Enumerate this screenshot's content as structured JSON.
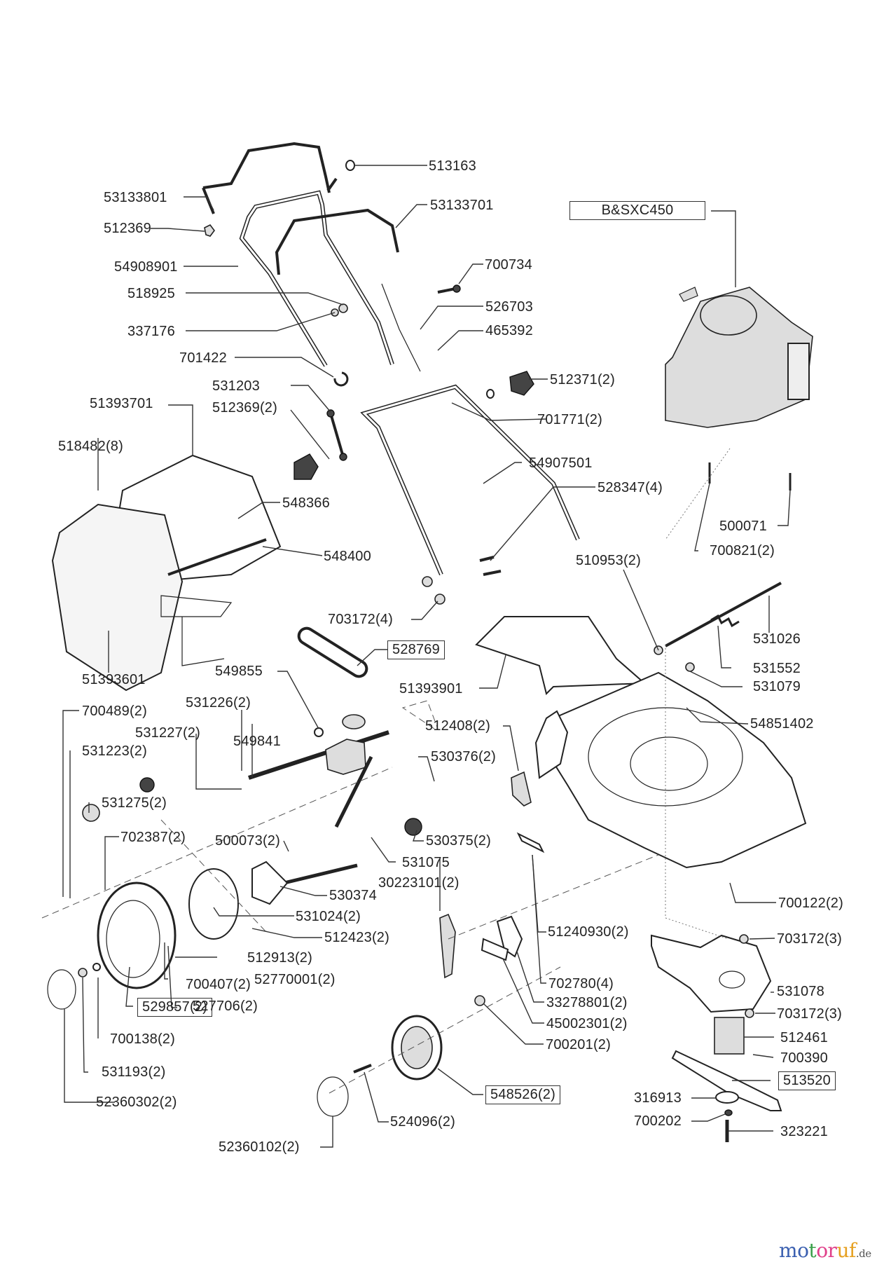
{
  "diagram": {
    "title": "Lawn mower exploded parts diagram",
    "engine_label": "B&SXC450",
    "labels": {
      "p513163": "513163",
      "p53133801": "53133801",
      "p53133701": "53133701",
      "p512369": "512369",
      "p54908901": "54908901",
      "p700734": "700734",
      "p518925": "518925",
      "p526703": "526703",
      "p337176": "337176",
      "p465392": "465392",
      "p701422": "701422",
      "p531203": "531203",
      "p512371": "512371(2)",
      "p512369b": "512369(2)",
      "p701771": "701771(2)",
      "p51393701": "51393701",
      "p518482": "518482(8)",
      "p54907501": "54907501",
      "p548366": "548366",
      "p528347": "528347(4)",
      "p500071": "500071",
      "p548400": "548400",
      "p700821": "700821(2)",
      "p510953": "510953(2)",
      "p703172a": "703172(4)",
      "p531026": "531026",
      "p528769": "528769",
      "p531552": "531552",
      "p51393601": "51393601",
      "p549855": "549855",
      "p51393901": "51393901",
      "p531079": "531079",
      "p700489": "700489(2)",
      "p531226": "531226(2)",
      "p54851402": "54851402",
      "p531227": "531227(2)",
      "p512408": "512408(2)",
      "p531223": "531223(2)",
      "p549841": "549841",
      "p530376": "530376(2)",
      "p531275": "531275(2)",
      "p702387": "702387(2)",
      "p500073": "500073(2)",
      "p530375": "530375(2)",
      "p531075": "531075",
      "p30223101": "30223101(2)",
      "p530374": "530374",
      "p700122": "700122(2)",
      "p531024": "531024(2)",
      "p512423": "512423(2)",
      "p51240930": "51240930(2)",
      "p703172b": "703172(3)",
      "p512913": "512913(2)",
      "p52770001": "52770001(2)",
      "p702780": "702780(4)",
      "p700407": "700407(2)",
      "p531078": "531078",
      "p529857": "529857(2)",
      "p527706": "527706(2)",
      "p33278801": "33278801(2)",
      "p703172c": "703172(3)",
      "p45002301": "45002301(2)",
      "p512461": "512461",
      "p700138": "700138(2)",
      "p700201": "700201(2)",
      "p700390": "700390",
      "p513520": "513520",
      "p531193": "531193(2)",
      "p548526": "548526(2)",
      "p316913": "316913",
      "p52360302": "52360302(2)",
      "p700202": "700202",
      "p524096": "524096(2)",
      "p323221": "323221",
      "p52360102": "52360102(2)"
    }
  },
  "watermark": {
    "letters": [
      "m",
      "o",
      "t",
      "o",
      "r",
      "u",
      "f"
    ],
    "colors": [
      "#3a5fb0",
      "#3a5fb0",
      "#3aa04a",
      "#e0408a",
      "#e0408a",
      "#e6a020",
      "#e6a020"
    ],
    "suffix": ".de"
  }
}
